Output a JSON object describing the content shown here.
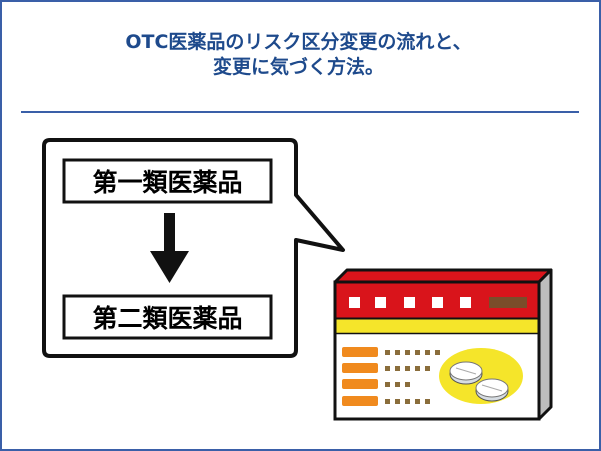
{
  "title": {
    "line1": "OTC医薬品のリスク区分変更の流れと、",
    "line2": "変更に気づく方法。"
  },
  "diagram": {
    "from_label": "第一類医薬品",
    "to_label": "第二類医薬品"
  },
  "colors": {
    "frame": "#3a5fa8",
    "title": "#1e4a8c",
    "box_top": "#d9141b",
    "box_band": "#f5e52a",
    "box_side": "#bdbdbd",
    "stripe": "#f08a1e",
    "dots": "#8a6d3b",
    "tablet_pool": "#f5e52a"
  }
}
